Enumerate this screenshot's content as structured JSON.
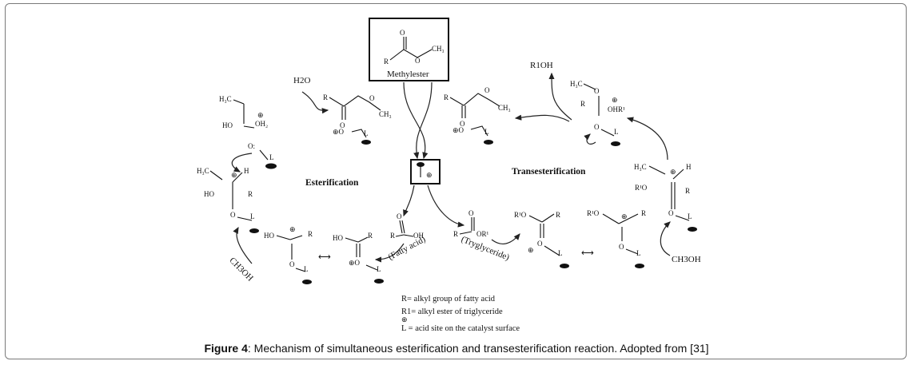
{
  "caption": {
    "label": "Figure 4",
    "text": ": Mechanism of simultaneous esterification and transesterification reaction. Adopted from [31]"
  },
  "diagram": {
    "methylester_label": "Methylester",
    "esterification_label": "Esterification",
    "transesterification_label": "Transesterification",
    "fatty_acid_label": "(Fatty acid)",
    "triglyceride_label": "(Tryglyceride)",
    "reagents": {
      "water": "H2O",
      "alcohol": "R1OH",
      "methanol_left": "CH3OH",
      "methanol_right": "CH3OH"
    },
    "legend": [
      "R= alkyl group of fatty acid",
      "R1= alkyl ester of triglyceride",
      "L = acid site on the catalyst surface"
    ]
  }
}
